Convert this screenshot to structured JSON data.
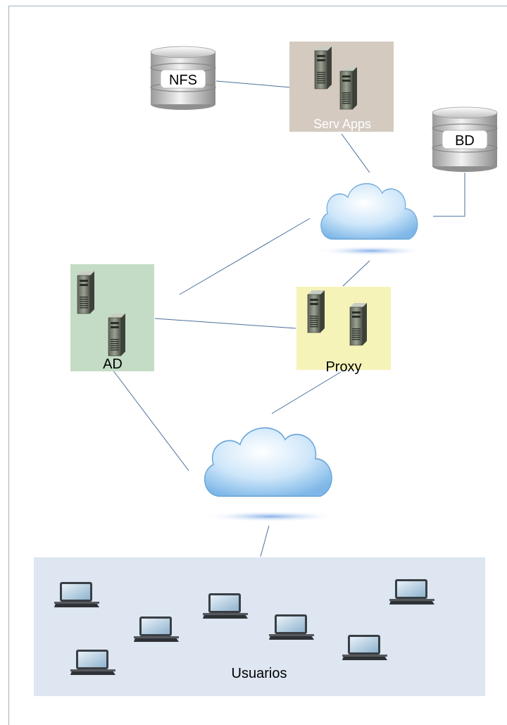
{
  "nodes": {
    "nfs": {
      "label": "NFS"
    },
    "bd": {
      "label": "BD"
    },
    "serv_apps": {
      "label": "Serv Apps"
    },
    "ad": {
      "label": "AD"
    },
    "proxy": {
      "label": "Proxy"
    },
    "usuarios": {
      "label": "Usuarios"
    }
  },
  "colors": {
    "serv_apps_box": "#d4cac0",
    "ad_box": "#c4dcc6",
    "proxy_box": "#f5f3b8",
    "usuarios_box": "#dde6f1",
    "connector": "#4a6f9a",
    "cloud": "#a8d2f0",
    "database": "#c8c8c8"
  },
  "icons": {
    "servers": "server-tower-icon",
    "laptops": "laptop-icon",
    "clouds": "cloud-icon",
    "databases": "database-cylinder-icon"
  }
}
